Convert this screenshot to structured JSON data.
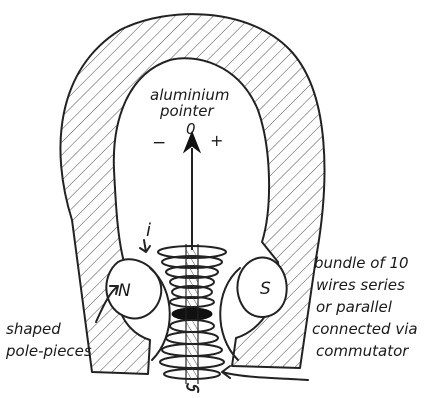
{
  "labels": {
    "pointer_line1": "aluminium",
    "pointer_line2": "pointer",
    "zero_mark": "0",
    "minus_mark": "−",
    "plus_mark": "+",
    "current_symbol": "i",
    "north_pole": "N",
    "south_pole": "S",
    "bundle_line1": "bundle of 10",
    "bundle_line2": "wires series",
    "bundle_line3": "or parallel",
    "bundle_line4": "connected via",
    "bundle_line5": "commutator",
    "pole_line1": "shaped",
    "pole_line2": "pole-pieces"
  },
  "colors": {
    "ink": "#222222",
    "paper": "#ffffff"
  }
}
